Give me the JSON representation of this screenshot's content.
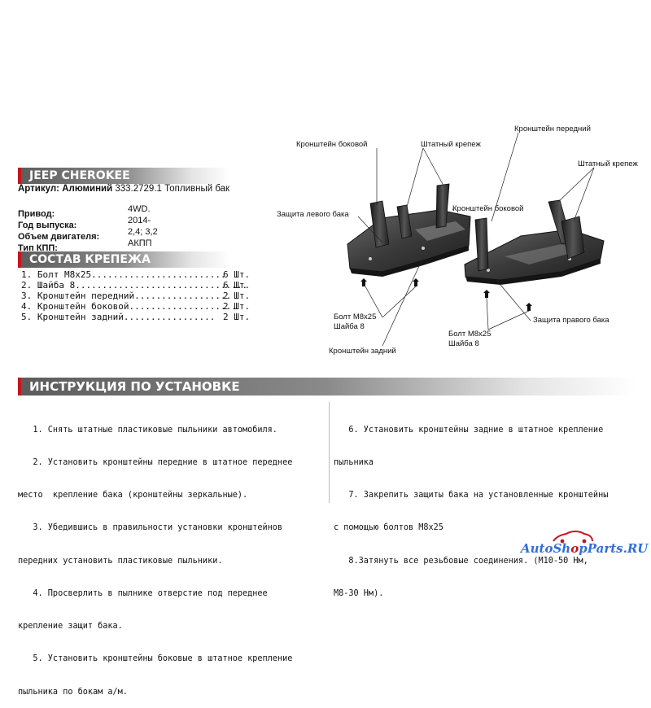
{
  "header": {
    "model": "JEEP CHEROKEE",
    "article_label": "Артикул: Алюминий",
    "article_value": "333.2729.1 Топливный бак"
  },
  "specs": [
    {
      "key": "Привод:",
      "value": "4WD."
    },
    {
      "key": "Год выпуска:",
      "value": "2014-"
    },
    {
      "key": "Объем двигателя:",
      "value": "2,4; 3,2"
    },
    {
      "key": "Тип КПП:",
      "value": "АКПП"
    }
  ],
  "fasteners": {
    "title": "СОСТАВ КРЕПЕЖА",
    "items": [
      {
        "name": "1. Болт М8х25.........................",
        "qty": "6 Шт."
      },
      {
        "name": "2. Шайба 8................................",
        "qty": "6 Шт."
      },
      {
        "name": "3. Кронштейн передний..................",
        "qty": "2 Шт."
      },
      {
        "name": "4. Кронштейн боковой....................",
        "qty": "2 Шт."
      },
      {
        "name": "5. Кронштейн задний.................",
        "qty": "2 Шт."
      }
    ]
  },
  "diagram_labels": {
    "side_bracket_top": "Кронштейн боковой",
    "std_fastener_1": "Штатный крепеж",
    "front_bracket": "Кронштейн передний",
    "std_fastener_2": "Штатный крепеж",
    "left_tank_guard": "Защита левого бака",
    "side_bracket_mid": "Кронштейн боковой",
    "bolt_1": "Болт М8х25",
    "washer_1": "Шайба 8",
    "rear_bracket": "Кронштейн задний",
    "bolt_2": "Болт М8х25",
    "washer_2": "Шайба 8",
    "right_tank_guard": "Защита правого бака"
  },
  "instructions": {
    "title": "ИНСТРУКЦИЯ ПО УСТАНОВКЕ",
    "left_lines": [
      "   1. Снять штатные пластиковые пыльники автомобиля.",
      "   2. Установить кронштейны передние в штатное переднее",
      "место  крепление бака (кронштейны зеркальные).",
      "   3. Убедившись в правильности установки кронштейнов",
      "передних установить пластиковые пыльники.",
      "   4. Просверлить в пылнике отверстие под переднее",
      "крепление защит бака.",
      "   5. Установить кронштейны боковые в штатное крепление",
      "пыльника по бокам а/м."
    ],
    "right_lines": [
      "   6. Установить кронштейны задние в штатное крепление",
      "пыльника",
      "   7. Закрепить защиты бака на установленные кронштейны",
      "с помощью болтов М8х25",
      "   8.Затянуть все резьбовые соединения. (М10-50 Нм,",
      "М8-30 Нм)."
    ]
  },
  "logo": {
    "text_left": "AutoSh",
    "text_o": "o",
    "text_right": "pParts.RU",
    "accent": "#2f6fd6",
    "car_color": "#c4161c"
  }
}
